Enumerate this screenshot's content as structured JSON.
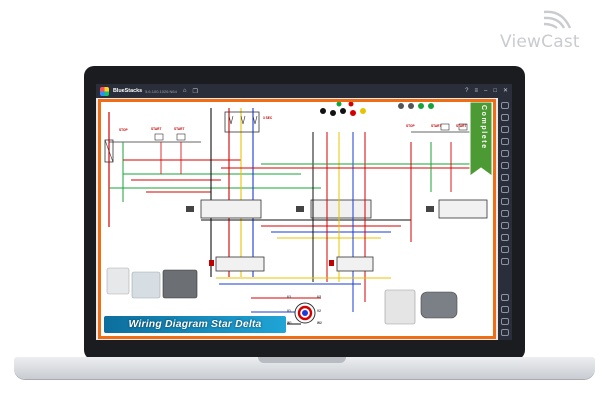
{
  "watermark": {
    "brand": "ViewCast"
  },
  "window": {
    "app_name": "BlueStacks",
    "version": "5.6.100.1026 N64",
    "controls": [
      "help-icon",
      "menu-icon",
      "minimize-icon",
      "maximize-icon",
      "close-icon"
    ]
  },
  "app": {
    "title": "Wiring Diagram Star Delta",
    "ribbon": "Complete",
    "labels": {
      "stop_left": "STOP",
      "start_left_1": "START",
      "start_left_2": "START",
      "timer": "3 SEC",
      "stop_right": "STOP",
      "start_right_1": "START",
      "start_right_2": "START"
    },
    "motor_terminals": [
      "U1",
      "V1",
      "W1",
      "U2",
      "V2",
      "W2"
    ],
    "wire_colors": {
      "red": "#d40000",
      "yellow": "#e8c400",
      "blue": "#1a3bd6",
      "black": "#111111",
      "green": "#18a33a"
    }
  }
}
